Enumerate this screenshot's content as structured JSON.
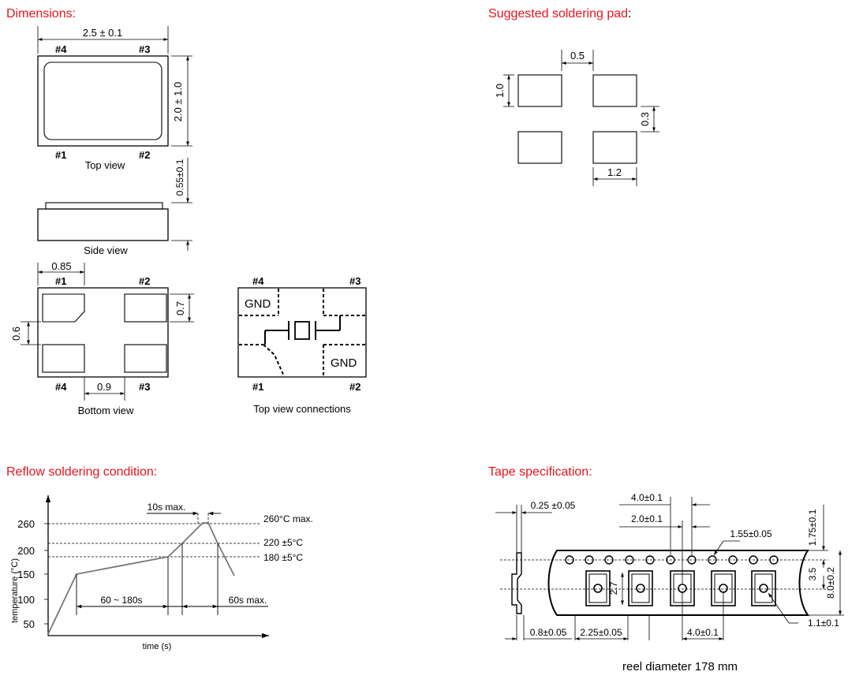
{
  "sections": {
    "dimensions": "Dimensions:",
    "soldering_pad": "Suggested soldering pad",
    "soldering_pad_colon": ":",
    "reflow": "Reflow soldering condition:",
    "tape": "Tape specification:"
  },
  "colors": {
    "section_title": "#e8141b",
    "line": "#000000",
    "curve": "#777777"
  },
  "pins": {
    "p1": "#1",
    "p2": "#2",
    "p3": "#3",
    "p4": "#4"
  },
  "dimensions": {
    "width": "2.5 ± 0.1",
    "height": "2.0 ± 1.0",
    "thickness": "0.55±0.1",
    "pad_width": "0.85",
    "pad_height": "0.7",
    "pad_gap_v": "0.6",
    "pad_gap_h": "0.9",
    "top_view": "Top view",
    "side_view": "Side view",
    "bottom_view": "Bottom view",
    "top_view_connections": "Top view connections",
    "gnd": "GND"
  },
  "pad": {
    "gap": "0.5",
    "height": "1.0",
    "vgap": "0.3",
    "width": "1.2"
  },
  "reflow": {
    "y_ticks": [
      "50",
      "100",
      "150",
      "200",
      "260"
    ],
    "ylabel": "temperature (°C)",
    "xlabel": "time (s)",
    "label_260": "260°C max.",
    "label_220": "220 ±5°C",
    "label_180": "180 ±5°C",
    "label_10s": "10s max.",
    "label_60_180": "60 ~ 180s",
    "label_60s": "60s max."
  },
  "tape": {
    "t1": "0.25 ±0.05",
    "t2": "4.0±0.1",
    "t3": "2.0±0.1",
    "t4": "1.55±0.05",
    "t5": "1.75±0.1",
    "t6": "3.5",
    "t7": "8.0±0.2",
    "t8": "2.7",
    "t9": "1.1±0.1",
    "t10": "0.8±0.05",
    "t11": "2.25±0.05",
    "t12": "4.0±0.1",
    "reel": "reel diameter 178 mm"
  }
}
